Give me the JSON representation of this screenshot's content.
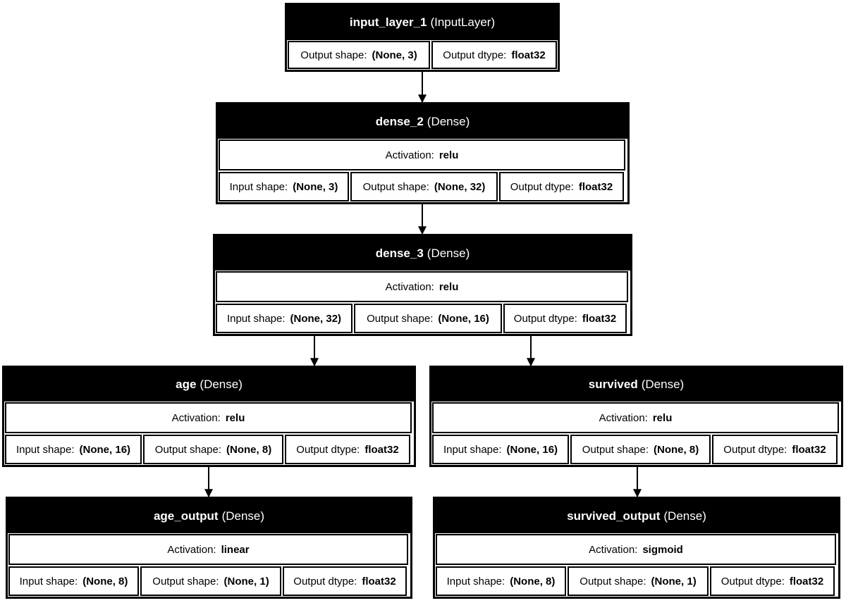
{
  "labels": {
    "activation": "Activation:",
    "input_shape": "Input shape:",
    "output_shape": "Output shape:",
    "output_dtype": "Output dtype:"
  },
  "nodes": {
    "input_layer_1": {
      "name": "input_layer_1",
      "type": "(InputLayer)",
      "output_shape": "(None, 3)",
      "output_dtype": "float32"
    },
    "dense_2": {
      "name": "dense_2",
      "type": "(Dense)",
      "activation": "relu",
      "input_shape": "(None, 3)",
      "output_shape": "(None, 32)",
      "output_dtype": "float32"
    },
    "dense_3": {
      "name": "dense_3",
      "type": "(Dense)",
      "activation": "relu",
      "input_shape": "(None, 32)",
      "output_shape": "(None, 16)",
      "output_dtype": "float32"
    },
    "age": {
      "name": "age",
      "type": "(Dense)",
      "activation": "relu",
      "input_shape": "(None, 16)",
      "output_shape": "(None, 8)",
      "output_dtype": "float32"
    },
    "survived": {
      "name": "survived",
      "type": "(Dense)",
      "activation": "relu",
      "input_shape": "(None, 16)",
      "output_shape": "(None, 8)",
      "output_dtype": "float32"
    },
    "age_output": {
      "name": "age_output",
      "type": "(Dense)",
      "activation": "linear",
      "input_shape": "(None, 8)",
      "output_shape": "(None, 1)",
      "output_dtype": "float32"
    },
    "survived_output": {
      "name": "survived_output",
      "type": "(Dense)",
      "activation": "sigmoid",
      "input_shape": "(None, 8)",
      "output_shape": "(None, 1)",
      "output_dtype": "float32"
    }
  },
  "edges": [
    [
      "input_layer_1",
      "dense_2"
    ],
    [
      "dense_2",
      "dense_3"
    ],
    [
      "dense_3",
      "age"
    ],
    [
      "dense_3",
      "survived"
    ],
    [
      "age",
      "age_output"
    ],
    [
      "survived",
      "survived_output"
    ]
  ]
}
